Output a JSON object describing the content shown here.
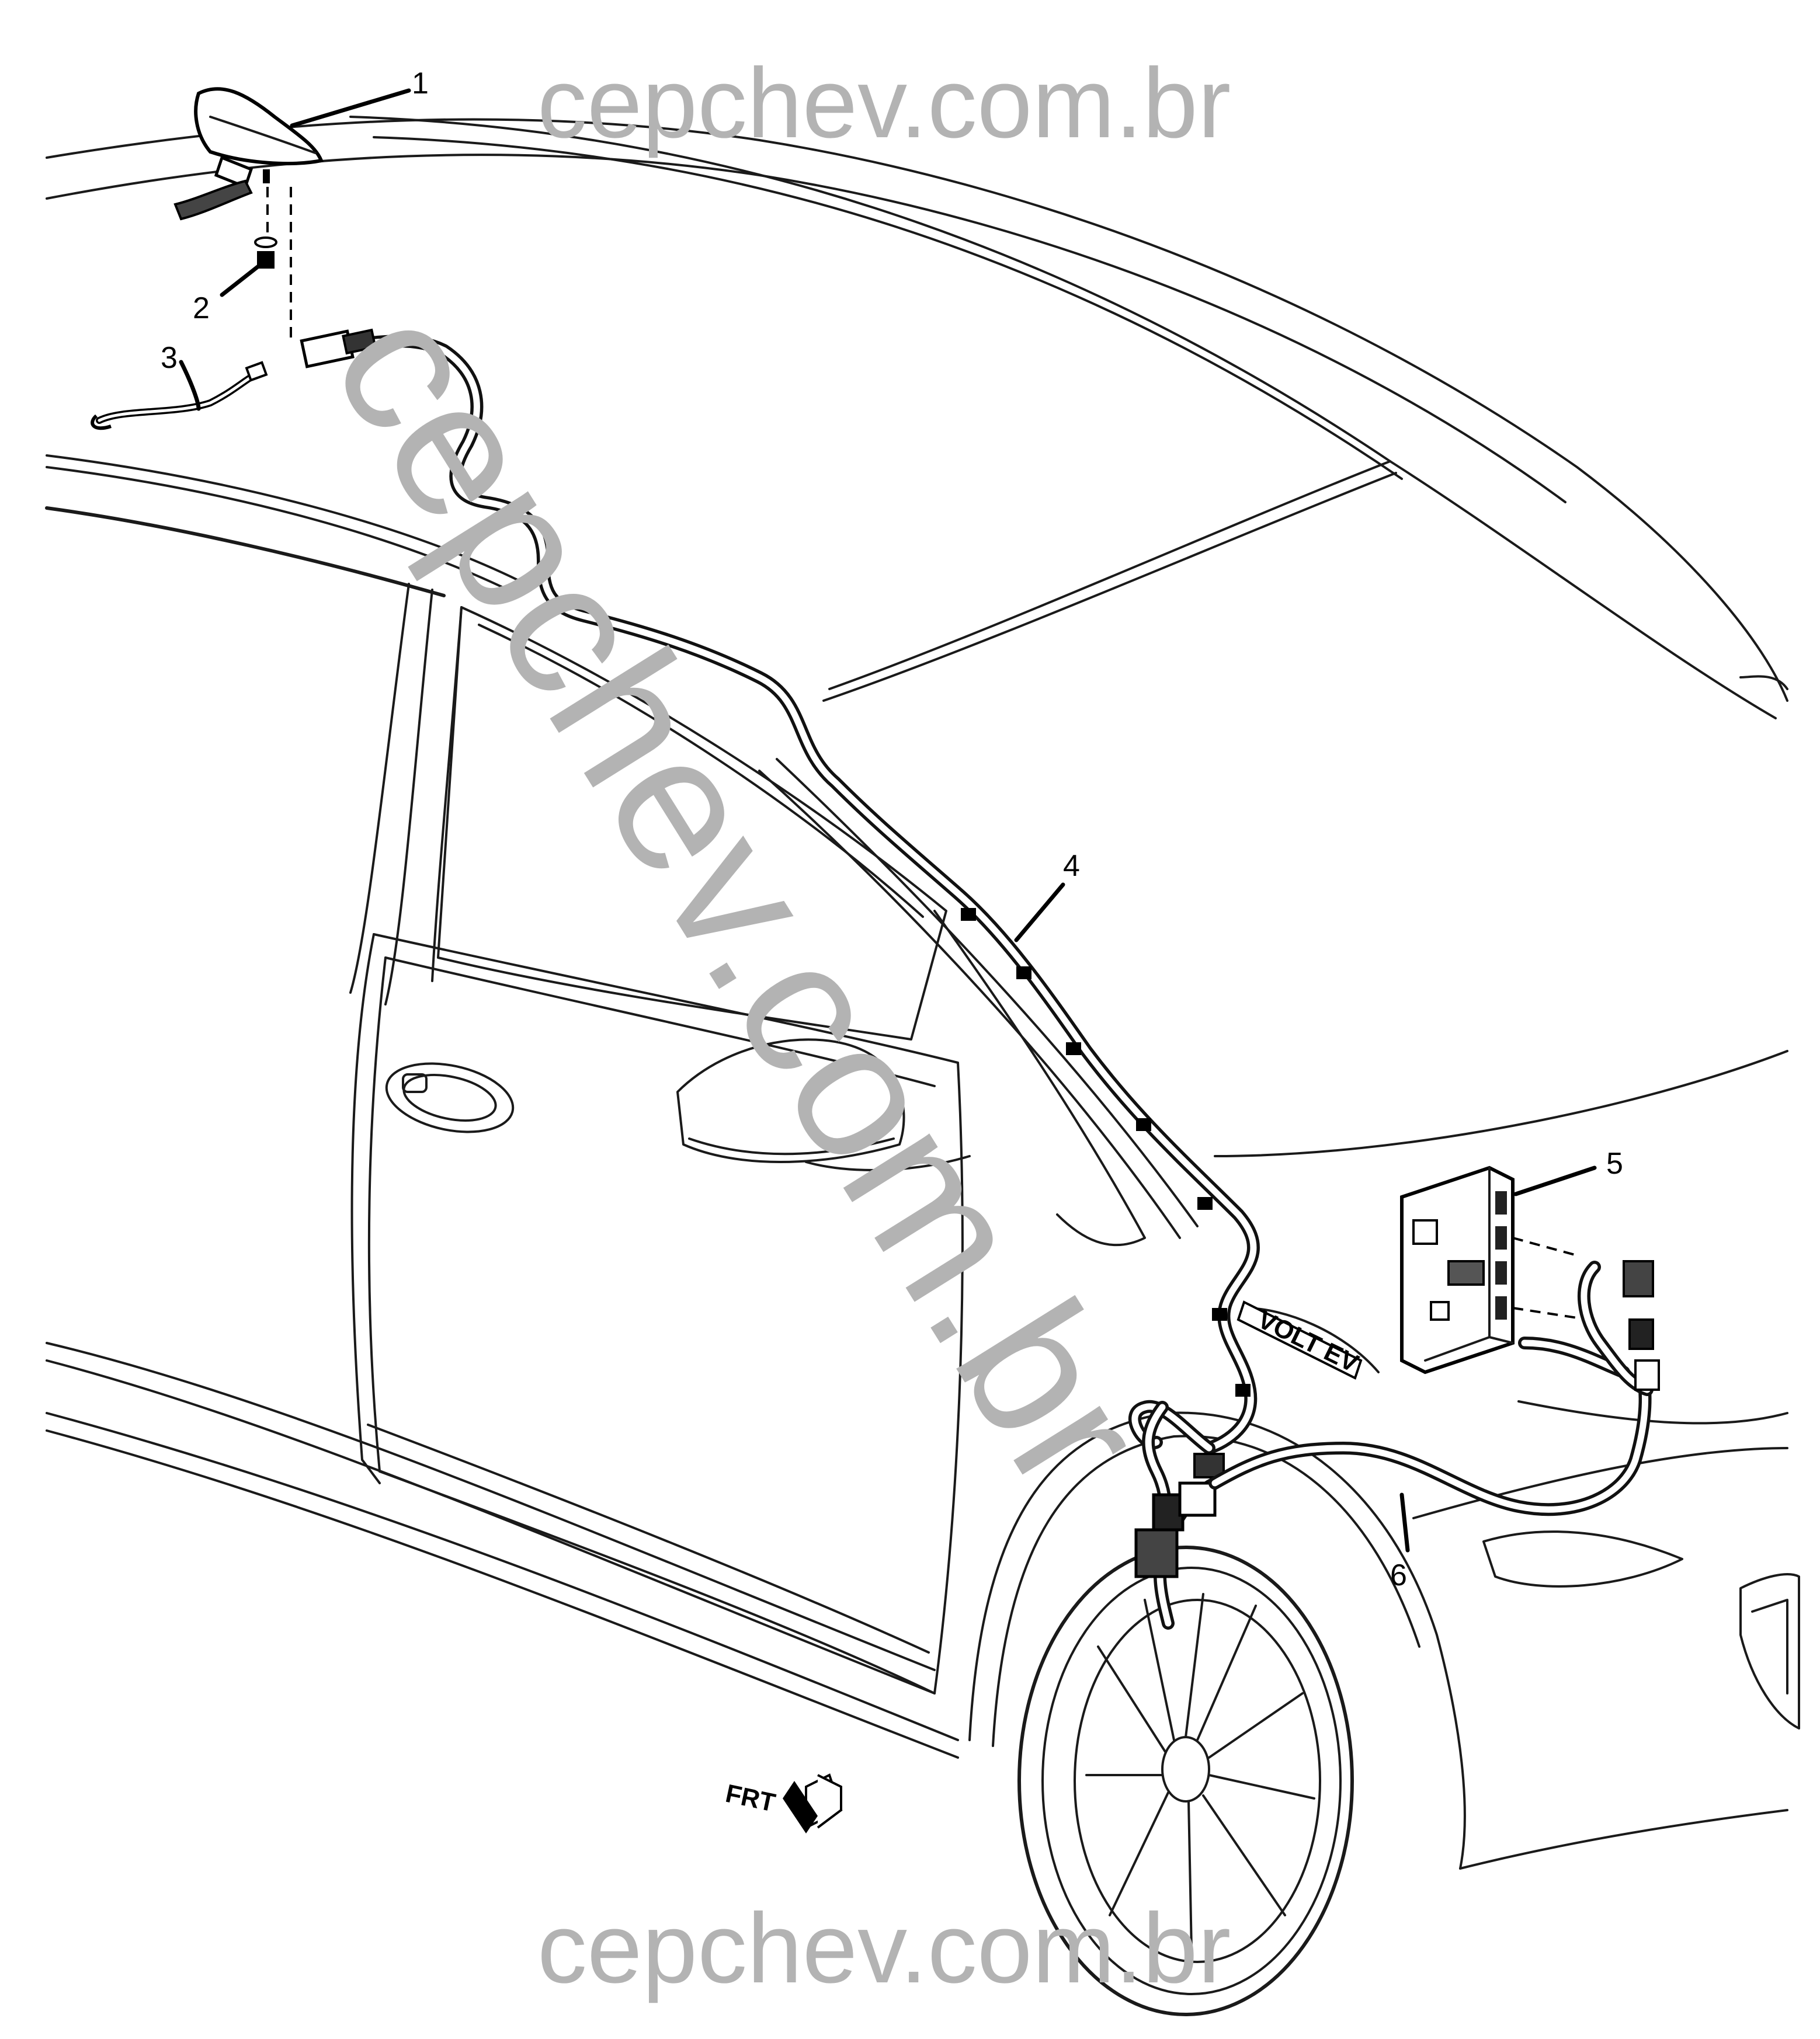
{
  "watermark": {
    "top": "cepchev.com.br",
    "bottom": "cepchev.com.br",
    "diagonal": "cepchev.com.br"
  },
  "callouts": [
    "1",
    "2",
    "3",
    "4",
    "5",
    "6"
  ],
  "direction_indicator": {
    "label": "FRT"
  },
  "badge_text": "VOLT EV"
}
